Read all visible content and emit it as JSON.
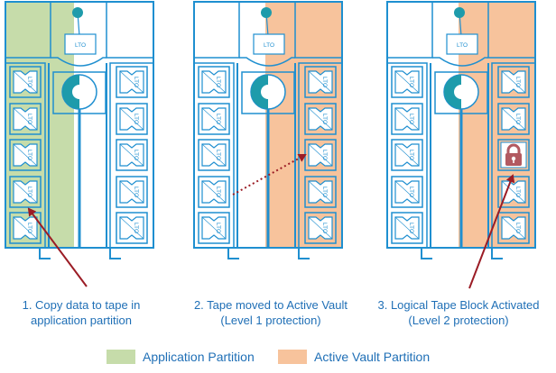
{
  "colors": {
    "outline": "#1f8fd0",
    "application_partition": "#c6dcaa",
    "active_vault_partition": "#f7c39c",
    "arrow": "#9b1c25",
    "caption_text": "#1f6fb6",
    "lock": "#b25a61"
  },
  "tape_label": "LTO",
  "panels": [
    {
      "caption_line1": "1. Copy data to tape in",
      "caption_line2": "application partition",
      "partition": "application",
      "arrow": "straight-up"
    },
    {
      "caption_line1": "2. Tape moved to Active Vault",
      "caption_line2": "(Level 1 protection)",
      "partition": "active-vault",
      "arrow": "dotted"
    },
    {
      "caption_line1": "3. Logical Tape Block Activated",
      "caption_line2": "(Level 2 protection)",
      "partition": "active-vault",
      "arrow": "straight-up",
      "lock_icon": "padlock-icon"
    }
  ],
  "legend": {
    "application_label": "Application Partition",
    "active_vault_label": "Active Vault Partition"
  }
}
